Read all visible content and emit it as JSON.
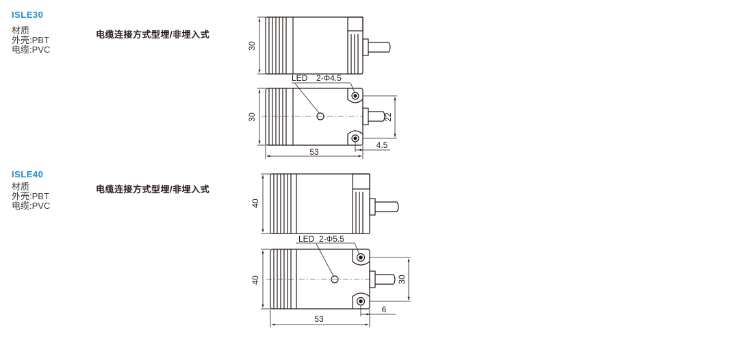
{
  "colors": {
    "model_title": "#1f8fce",
    "line": "#231815"
  },
  "sections": [
    {
      "model": "ISLE30",
      "specs": [
        "材质",
        "外壳:PBT",
        "电缆:PVC"
      ],
      "mounting": "电缆连接方式型埋/非埋入式",
      "dims": {
        "height": "30",
        "height_top": "30",
        "led": "LED",
        "hole": "2-Φ4.5",
        "spacing": "22",
        "offset": "4.5",
        "length": "53"
      }
    },
    {
      "model": "ISLE40",
      "specs": [
        "材质",
        "外壳:PBT",
        "电缆:PVC"
      ],
      "mounting": "电缆连接方式型埋/非埋入式",
      "dims": {
        "height": "40",
        "height_top": "40",
        "led": "LED",
        "hole": "2-Φ5.5",
        "spacing": "30",
        "offset": "6",
        "length": "53"
      }
    }
  ]
}
